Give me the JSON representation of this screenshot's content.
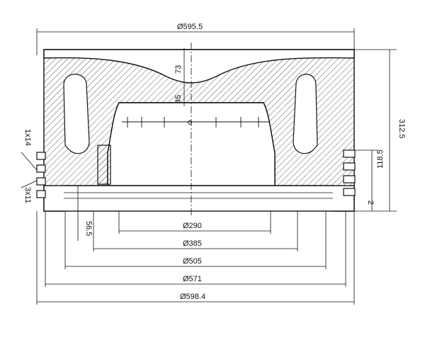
{
  "colors": {
    "line": "#111111",
    "thin": "#555555",
    "background": "#ffffff"
  },
  "dimensions": {
    "top_width": "Ø595.5",
    "crown_thickness": "73",
    "bowl_depth": "45",
    "total_height": "312.5",
    "ring_zone_height": "118.5",
    "ring_gap": "2",
    "top_ring_spec": "1x14",
    "lower_ring_spec": "3x11",
    "pin_offset": "56.5",
    "d290": "Ø290",
    "d385": "Ø385",
    "d505": "Ø505",
    "d571": "Ø571",
    "d598": "Ø598.4"
  }
}
